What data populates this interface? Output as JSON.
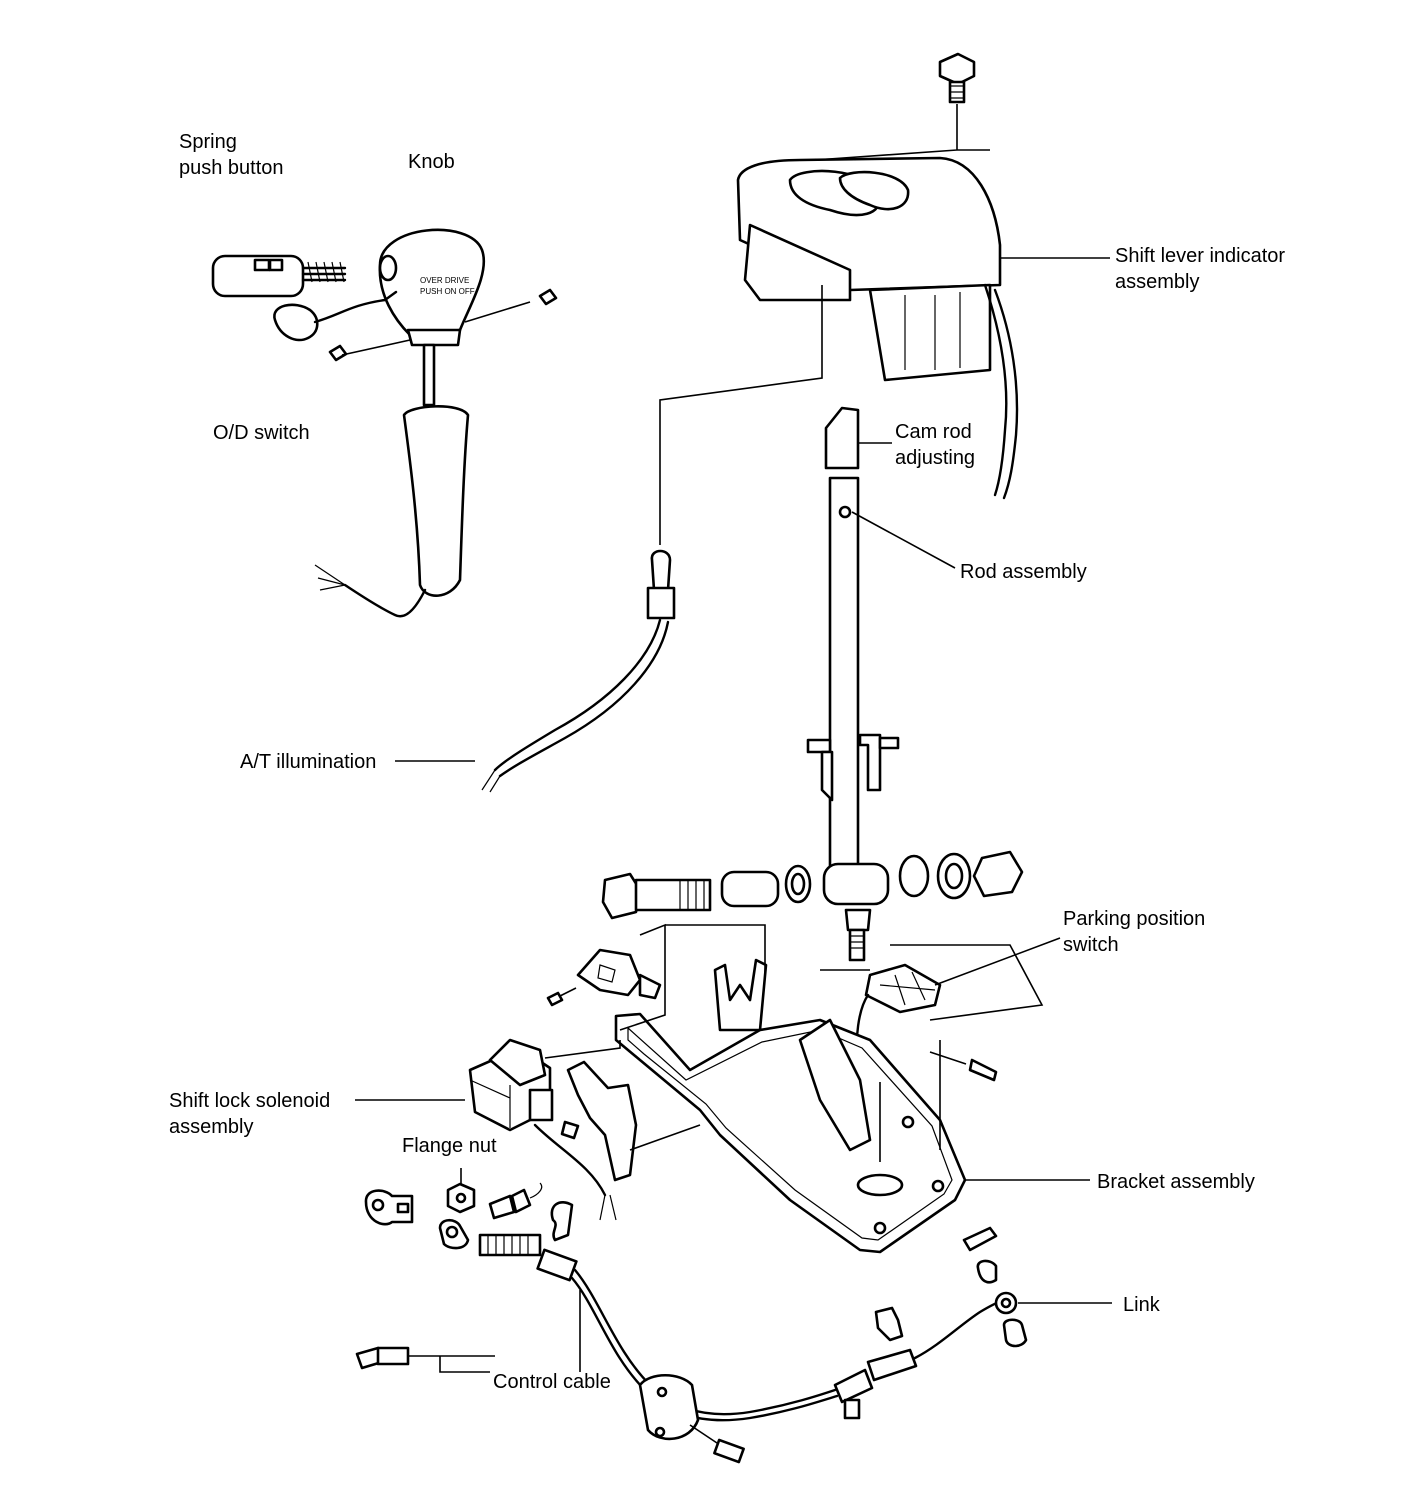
{
  "labels": {
    "spring_push_button": "Spring\npush button",
    "knob": "Knob",
    "od_switch": "O/D switch",
    "shift_lever_indicator": "Shift lever indicator\nassembly",
    "cam_rod_adjusting": "Cam rod\nadjusting",
    "rod_assembly": "Rod assembly",
    "at_illumination": "A/T illumination",
    "parking_position_switch": "Parking position\nswitch",
    "shift_lock_solenoid": "Shift lock solenoid\nassembly",
    "flange_nut": "Flange nut",
    "bracket_assembly": "Bracket assembly",
    "link": "Link",
    "control_cable": "Control cable"
  },
  "knob_marking": "OVER DRIVE\nPUSH ON OFF"
}
